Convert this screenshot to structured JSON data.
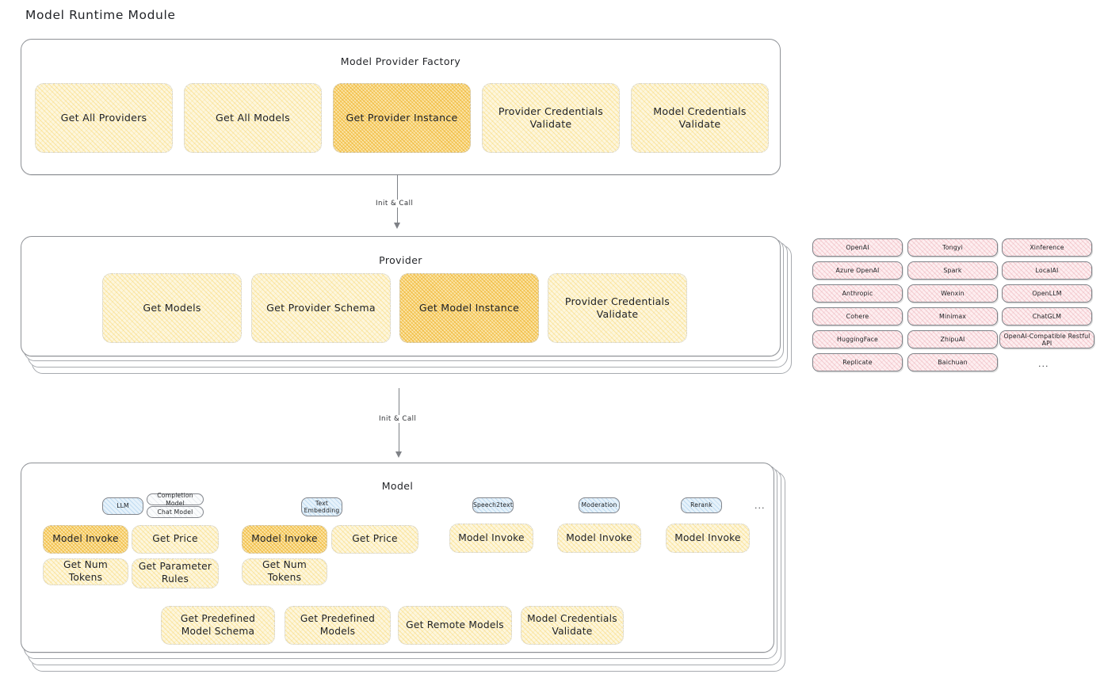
{
  "page": {
    "title": "Model Runtime Module"
  },
  "colors": {
    "accent_yellow": "#fdf6dd",
    "accent_yellow_highlight": "#fbe6ab",
    "chip_blue": "#e6f2fb",
    "provider_pink": "#fdeef0",
    "stroke": "#8e9196",
    "text": "#1f2023"
  },
  "factory": {
    "title": "Model Provider Factory",
    "items": [
      {
        "label": "Get All Providers",
        "highlighted": false
      },
      {
        "label": "Get All Models",
        "highlighted": false
      },
      {
        "label": "Get Provider Instance",
        "highlighted": true
      },
      {
        "label": "Provider Credentials Validate",
        "highlighted": false
      },
      {
        "label": "Model Credentials Validate",
        "highlighted": false
      }
    ]
  },
  "arrows": [
    {
      "label": "Init & Call"
    },
    {
      "label": "Init & Call"
    }
  ],
  "provider": {
    "title": "Provider",
    "items": [
      {
        "label": "Get Models",
        "highlighted": false
      },
      {
        "label": "Get Provider Schema",
        "highlighted": false
      },
      {
        "label": "Get Model Instance",
        "highlighted": true
      },
      {
        "label": "Provider Credentials Validate",
        "highlighted": false
      }
    ]
  },
  "provider_list": {
    "columns": [
      {
        "items": [
          "OpenAI",
          "Azure OpenAI",
          "Anthropic",
          "Cohere",
          "HuggingFace",
          "Replicate"
        ],
        "more": ""
      },
      {
        "items": [
          "Tongyi",
          "Spark",
          "Wenxin",
          "Minimax",
          "ZhipuAI",
          "Baichuan"
        ],
        "more": ""
      },
      {
        "items": [
          "Xinference",
          "LocalAI",
          "OpenLLM",
          "ChatGLM",
          "OpenAI-Compatible Restful API"
        ],
        "more": "..."
      }
    ]
  },
  "model": {
    "title": "Model",
    "more_types": "...",
    "types": [
      {
        "name": "LLM",
        "sub_badges": [
          "Completion Model",
          "Chat Model"
        ],
        "methods": [
          {
            "label": "Model Invoke",
            "highlighted": true
          },
          {
            "label": "Get Price",
            "highlighted": false
          },
          {
            "label": "Get Num Tokens",
            "highlighted": false
          },
          {
            "label": "Get Parameter Rules",
            "highlighted": false
          }
        ]
      },
      {
        "name": "Text Embedding",
        "sub_badges": [],
        "methods": [
          {
            "label": "Model Invoke",
            "highlighted": true
          },
          {
            "label": "Get Price",
            "highlighted": false
          },
          {
            "label": "Get Num Tokens",
            "highlighted": false
          }
        ]
      },
      {
        "name": "Speech2text",
        "sub_badges": [],
        "methods": [
          {
            "label": "Model Invoke",
            "highlighted": false
          }
        ]
      },
      {
        "name": "Moderation",
        "sub_badges": [],
        "methods": [
          {
            "label": "Model Invoke",
            "highlighted": false
          }
        ]
      },
      {
        "name": "Rerank",
        "sub_badges": [],
        "methods": [
          {
            "label": "Model Invoke",
            "highlighted": false
          }
        ]
      }
    ],
    "common_methods": [
      {
        "label": "Get Predefined Model Schema"
      },
      {
        "label": "Get Predefined Models"
      },
      {
        "label": "Get Remote Models"
      },
      {
        "label": "Model Credentials Validate"
      }
    ]
  }
}
